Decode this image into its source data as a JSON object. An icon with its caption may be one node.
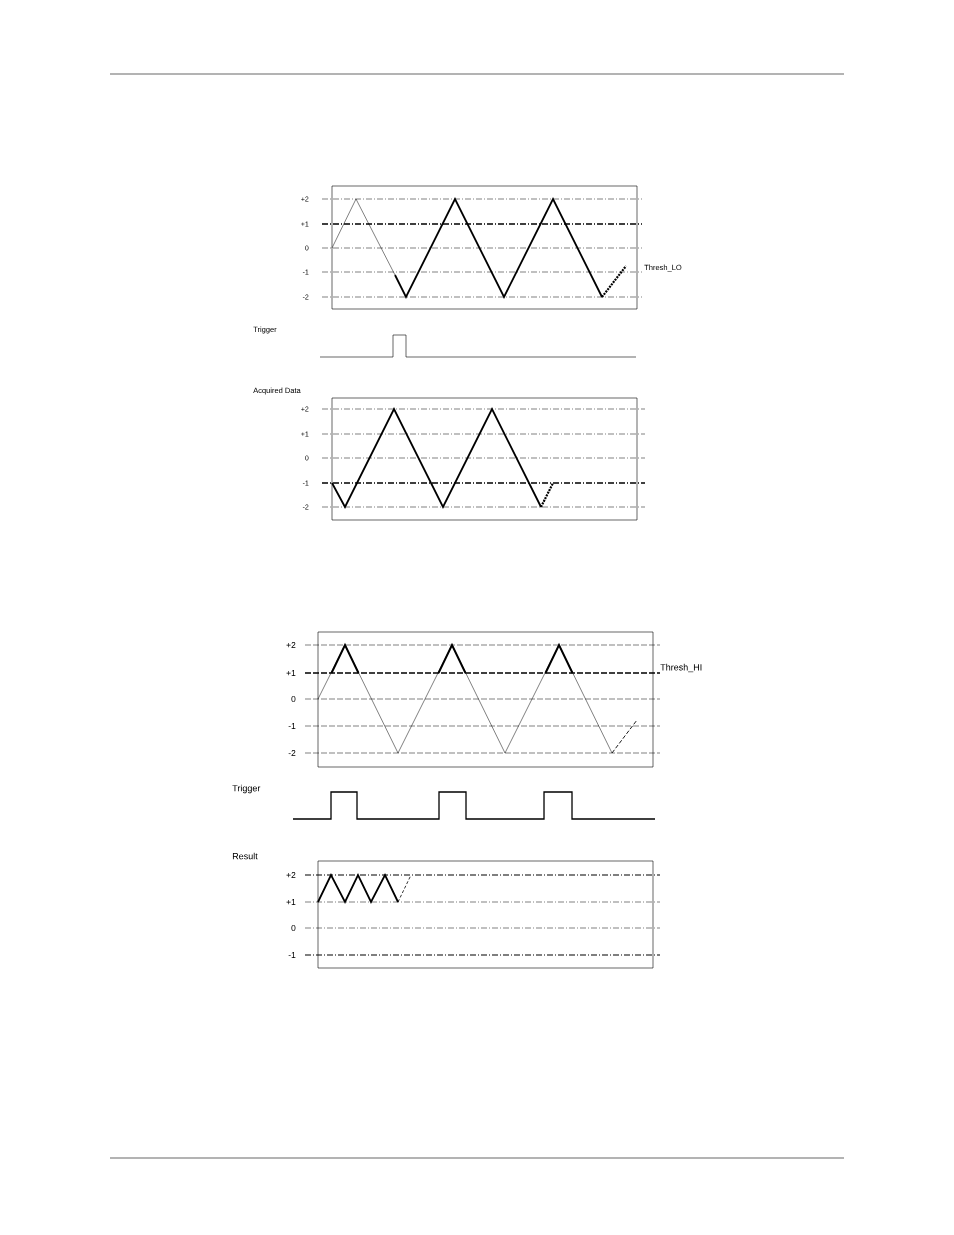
{
  "diagram": {
    "labels": [
      "+2",
      "+1",
      "0",
      "-1",
      "Thresh_LO",
      "-2",
      "Trigger",
      "Acquired Data",
      "+2",
      "+1",
      "0",
      "-1",
      "-2",
      "+2",
      "+1",
      "Thresh_HI",
      "0",
      "-1",
      "-2",
      "Trigger",
      "Result",
      "+2",
      "+1",
      "0",
      "-1"
    ]
  }
}
